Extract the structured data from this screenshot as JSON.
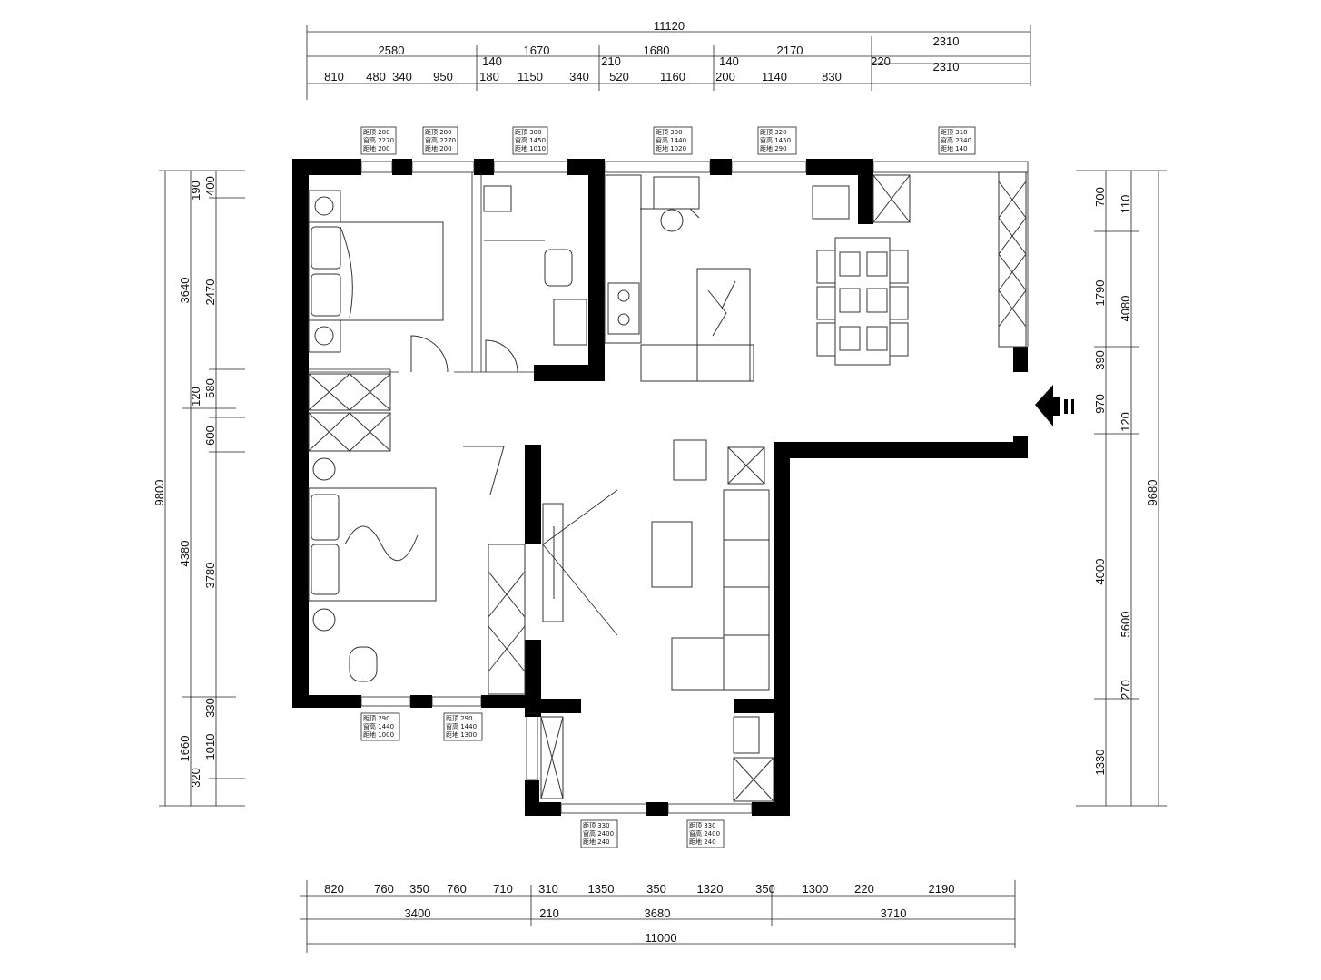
{
  "top_dims": {
    "total": "11120",
    "row2": [
      "2580",
      "1670",
      "1680",
      "2170",
      "2310"
    ],
    "row3a": [
      "140",
      "210",
      "140",
      "220",
      "2310"
    ],
    "row3": [
      "810",
      "480",
      "340",
      "950",
      "180",
      "1150",
      "340",
      "520",
      "1160",
      "200",
      "1140",
      "830"
    ]
  },
  "bottom_dims": {
    "row1": [
      "820",
      "760",
      "350",
      "760",
      "710",
      "310",
      "1350",
      "350",
      "1320",
      "350",
      "1300",
      "220",
      "2190"
    ],
    "row2": [
      "3400",
      "210",
      "3680",
      "3710"
    ],
    "total": "11000"
  },
  "left_dims": {
    "total": "9800",
    "outer": [
      "3640",
      "4380",
      "1660"
    ],
    "inner": [
      "190",
      "400",
      "2470",
      "120",
      "580",
      "600",
      "3780",
      "330",
      "1010",
      "320"
    ]
  },
  "right_dims": {
    "total": "9680",
    "outer": [
      "4080",
      "5600"
    ],
    "inner": [
      "700",
      "110",
      "1790",
      "390",
      "970",
      "120",
      "4000",
      "270",
      "1330"
    ]
  },
  "window_tags": [
    {
      "l1": "距顶 280",
      "l2": "窗高 2270",
      "l3": "距地 200"
    },
    {
      "l1": "距顶 280",
      "l2": "窗高 2270",
      "l3": "距地 200"
    },
    {
      "l1": "距顶 300",
      "l2": "窗高 1450",
      "l3": "距地 1010"
    },
    {
      "l1": "距顶 300",
      "l2": "窗高 1440",
      "l3": "距地 1020"
    },
    {
      "l1": "距顶 320",
      "l2": "窗高 1450",
      "l3": "距地 290"
    },
    {
      "l1": "距顶 318",
      "l2": "窗高 2340",
      "l3": "距地 140"
    },
    {
      "l1": "距顶 290",
      "l2": "窗高 1440",
      "l3": "距地 1000"
    },
    {
      "l1": "距顶 290",
      "l2": "窗高 1440",
      "l3": "距地 1300"
    },
    {
      "l1": "距顶 330",
      "l2": "窗高 2400",
      "l3": "距地 240"
    },
    {
      "l1": "距顶 330",
      "l2": "窗高 2400",
      "l3": "距地 240"
    }
  ]
}
